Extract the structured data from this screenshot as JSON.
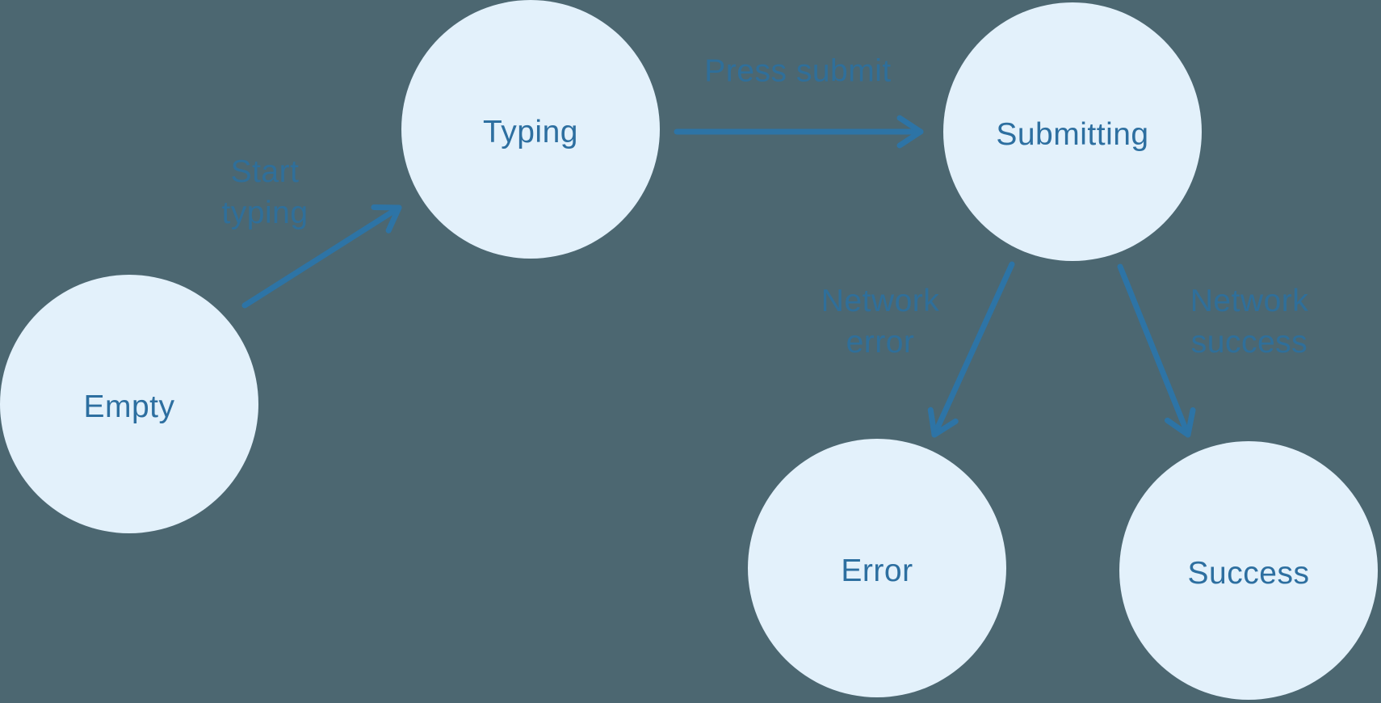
{
  "diagram": {
    "type": "state-machine",
    "colors": {
      "background": "#4C6771",
      "node_fill": "#E3F1FB",
      "node_text": "#2D6FA0",
      "edge": "#2D74A6",
      "edge_label": "#2F6F9A"
    },
    "nodes": [
      {
        "id": "empty",
        "label": "Empty"
      },
      {
        "id": "typing",
        "label": "Typing"
      },
      {
        "id": "submitting",
        "label": "Submitting"
      },
      {
        "id": "error",
        "label": "Error"
      },
      {
        "id": "success",
        "label": "Success"
      }
    ],
    "edges": [
      {
        "from": "empty",
        "to": "typing",
        "label": "Start typing"
      },
      {
        "from": "typing",
        "to": "submitting",
        "label": "Press submit"
      },
      {
        "from": "submitting",
        "to": "error",
        "label": "Network error"
      },
      {
        "from": "submitting",
        "to": "success",
        "label": "Network success"
      }
    ]
  }
}
